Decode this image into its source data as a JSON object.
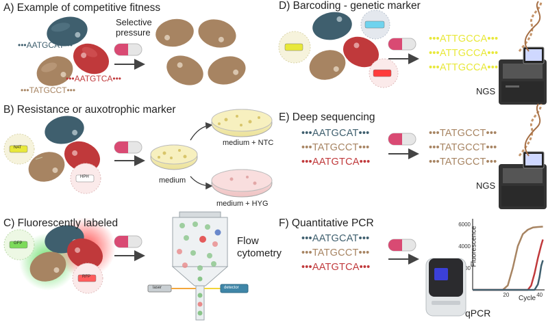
{
  "panels": {
    "a": {
      "title": "A)  Example of competitive fitness",
      "seq_blue": "•••AATGCAT•••",
      "seq_red": "•••AATGTCA•••",
      "seq_tan": "•••TATGCCT•••",
      "pressure_label": "Selective\npressure"
    },
    "b": {
      "title": "B)  Resistance or auxotrophic marker",
      "marker1": "NAT",
      "marker2": "HPH",
      "medium": "medium",
      "medium_ntc": "medium + NTC",
      "medium_hyg": "medium + HYG"
    },
    "c": {
      "title": "C)  Fluorescently labeled",
      "marker1": "GFP",
      "marker2": "RFP",
      "laser": "laser",
      "detector": "detector",
      "method": "Flow\ncytometry"
    },
    "d": {
      "title": "D)  Barcoding - genetic marker",
      "reads": [
        "•••ATTGCCA•••",
        "•••ATTGCCA•••",
        "•••ATTGCCA•••"
      ],
      "method": "NGS"
    },
    "e": {
      "title": "E)  Deep sequencing",
      "inputs": [
        "•••AATGCAT•••",
        "•••TATGCCT•••",
        "•••AATGTCA•••"
      ],
      "reads": [
        "•••TATGCCT•••",
        "•••TATGCCT•••",
        "•••TATGCCT•••"
      ],
      "method": "NGS"
    },
    "f": {
      "title": "F)  Quantitative PCR",
      "inputs": [
        "•••AATGCAT•••",
        "•••TATGCCT•••",
        "•••AATGTCA•••"
      ],
      "method": "qPCR"
    }
  },
  "colors": {
    "blue": "#3f5f6e",
    "red": "#c0393b",
    "tan": "#a78462",
    "yellow": "#e8e83a"
  },
  "chart_data": {
    "type": "line",
    "title": "",
    "xlabel": "Cycle",
    "ylabel": "Fluorescence",
    "y_ticks": [
      "6000",
      "4000",
      "2000"
    ],
    "x_ticks": [
      "20",
      "40"
    ],
    "xlim": [
      0,
      43
    ],
    "ylim": [
      0,
      6500
    ],
    "series": [
      {
        "color": "#a78462",
        "x": [
          0,
          18,
          21,
          24,
          27,
          30,
          33,
          36,
          39,
          42
        ],
        "y": [
          0,
          0,
          400,
          2000,
          4000,
          5100,
          5500,
          5700,
          5750,
          5780
        ]
      },
      {
        "color": "#c0393b",
        "x": [
          0,
          33,
          35,
          37,
          39,
          41,
          42
        ],
        "y": [
          0,
          0,
          400,
          1500,
          2900,
          4100,
          4600
        ]
      },
      {
        "color": "#3f5f6e",
        "x": [
          0,
          37,
          39,
          40,
          41,
          42
        ],
        "y": [
          0,
          0,
          500,
          1200,
          2200,
          2700
        ]
      }
    ]
  }
}
